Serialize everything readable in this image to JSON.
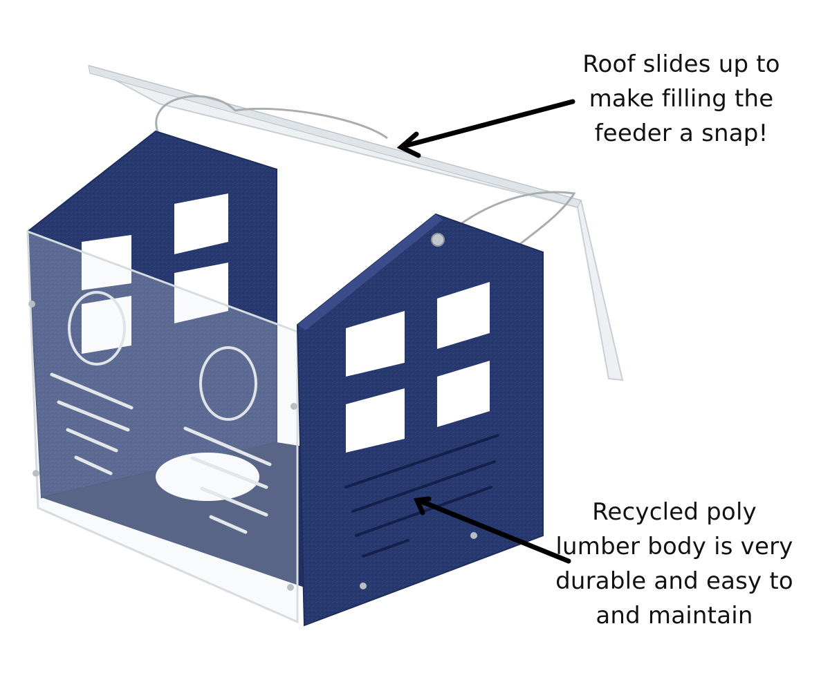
{
  "callouts": [
    {
      "id": "roof",
      "lines": [
        "Roof slides up to",
        "make filling the",
        "feeder a snap!"
      ]
    },
    {
      "id": "body",
      "lines": [
        "Recycled poly",
        "lumber body is very",
        "durable and easy to",
        "and maintain"
      ]
    }
  ],
  "product": {
    "subject": "bird feeder",
    "panel_color": "#26386e",
    "panel_edge_color": "#3a4d8a",
    "acrylic_color": "#e8ecef"
  },
  "colors": {
    "background": "#ffffff",
    "text": "#111111",
    "arrow": "#000000"
  }
}
